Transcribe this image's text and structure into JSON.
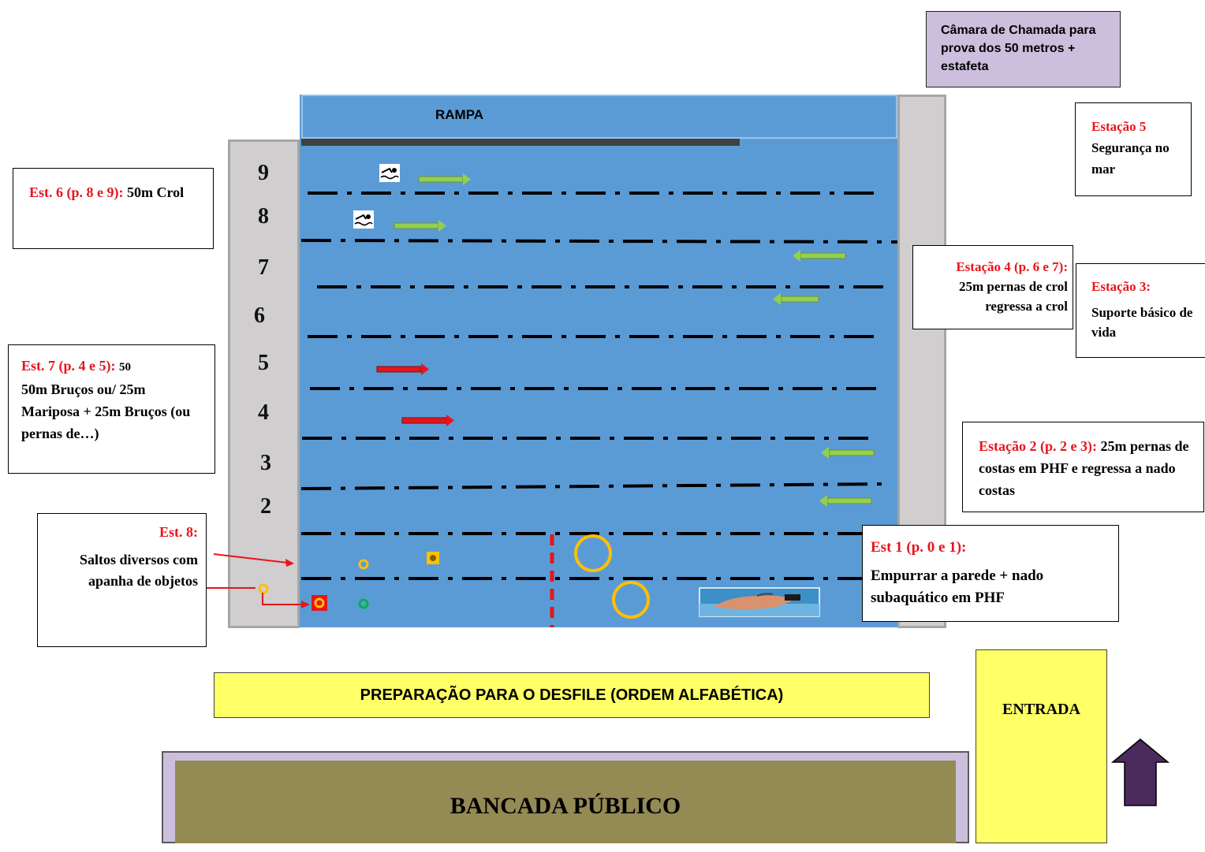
{
  "camara": {
    "text": "Câmara de Chamada para prova dos 50 metros + estafeta"
  },
  "rampa": {
    "label": "RAMPA"
  },
  "lanes": [
    "9",
    "8",
    "7",
    "6",
    "5",
    "4",
    "3",
    "2"
  ],
  "est5": {
    "title": "Estação 5",
    "body": "Segurança no mar"
  },
  "est6": {
    "title": "Est. 6 (p. 8 e 9):",
    "body": "50m Crol"
  },
  "est4": {
    "title": "Estação 4 (p. 6 e 7):",
    "body": "25m pernas de crol regressa a crol"
  },
  "est3": {
    "title": "Estação 3:",
    "body": "Suporte básico de vida"
  },
  "est7": {
    "title": "Est. 7 (p. 4 e 5):",
    "small": "50",
    "body": "50m Bruços ou/ 25m Mariposa + 25m Bruços (ou pernas de…)"
  },
  "est2": {
    "title": "Estação 2 (p. 2 e 3):",
    "body": "25m pernas de costas em PHF e regressa a nado costas"
  },
  "est1": {
    "title": "Est 1 (p. 0 e 1):",
    "body": "Empurrar a parede + nado subaquático em PHF"
  },
  "est8": {
    "title": "Est. 8:",
    "body": "Saltos diversos com apanha de objetos"
  },
  "desfile": {
    "text": "PREPARAÇÃO PARA O DESFILE (ORDEM ALFABÉTICA)"
  },
  "bancada": {
    "text": "BANCADA PÚBLICO"
  },
  "entrada": {
    "text": "ENTRADA"
  },
  "colors": {
    "pool": "#5b9bd5",
    "green_arrow": "#92d050",
    "red_arrow": "#e8141c",
    "ring": "#ffc000",
    "title_red": "#e8141c",
    "desfile": "#ffff66",
    "bancada": "#948a54",
    "entrance_arrow": "#4b2a5e"
  },
  "icons": {
    "swimmer": "swimmer-icon",
    "photo": "swimmer-photo",
    "entrance_arrow": "arrow-up-icon"
  }
}
